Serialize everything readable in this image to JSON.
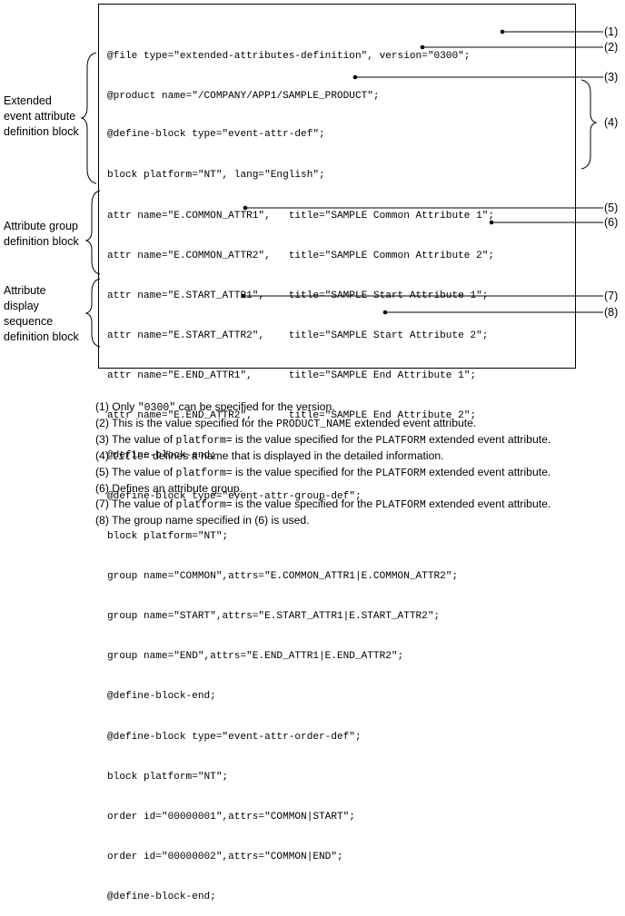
{
  "code_lines": [
    "@file type=\"extended-attributes-definition\", version=\"0300\";",
    "@product name=\"/COMPANY/APP1/SAMPLE_PRODUCT\";",
    "@define-block type=\"event-attr-def\";",
    "block platform=\"NT\", lang=\"English\";",
    "attr name=\"E.COMMON_ATTR1\",   title=\"SAMPLE Common Attribute 1\";",
    "attr name=\"E.COMMON_ATTR2\",   title=\"SAMPLE Common Attribute 2\";",
    "attr name=\"E.START_ATTR1\",    title=\"SAMPLE Start Attribute 1\";",
    "attr name=\"E.START_ATTR2\",    title=\"SAMPLE Start Attribute 2\";",
    "attr name=\"E.END_ATTR1\",      title=\"SAMPLE End Attribute 1\";",
    "attr name=\"E.END_ATTR2\",      title=\"SAMPLE End Attribute 2\";",
    "@define-block-end;",
    "@define-block type=\"event-attr-group-def\";",
    "block platform=\"NT\";",
    "group name=\"COMMON\",attrs=\"E.COMMON_ATTR1|E.COMMON_ATTR2\";",
    "group name=\"START\",attrs=\"E.START_ATTR1|E.START_ATTR2\";",
    "group name=\"END\",attrs=\"E.END_ATTR1|E.END_ATTR2\";",
    "@define-block-end;",
    "@define-block type=\"event-attr-order-def\";",
    "block platform=\"NT\";",
    "order id=\"00000001\",attrs=\"COMMON|START\";",
    "order id=\"00000002\",attrs=\"COMMON|END\";",
    "@define-block-end;"
  ],
  "block_labels": {
    "extended": [
      "Extended",
      "event attribute",
      "definition block"
    ],
    "group": [
      "Attribute group",
      "definition block"
    ],
    "display": [
      "Attribute",
      "display",
      "sequence",
      "definition block"
    ]
  },
  "markers": [
    "(1)",
    "(2)",
    "(3)",
    "(4)",
    "(5)",
    "(6)",
    "(7)",
    "(8)"
  ],
  "notes": [
    {
      "parts": [
        {
          "t": "(1) Only "
        },
        {
          "t": "\"0300\"",
          "mono": true
        },
        {
          "t": " can be specified for the version."
        }
      ]
    },
    {
      "parts": [
        {
          "t": "(2) This is the value specified for the "
        },
        {
          "t": "PRODUCT_NAME",
          "mono": true
        },
        {
          "t": " extended event attribute."
        }
      ]
    },
    {
      "parts": [
        {
          "t": "(3) The value of "
        },
        {
          "t": "platform=",
          "mono": true
        },
        {
          "t": " is the value specified for the "
        },
        {
          "t": "PLATFORM",
          "mono": true
        },
        {
          "t": " extended event attribute."
        }
      ]
    },
    {
      "parts": [
        {
          "t": "(4) "
        },
        {
          "t": "title=",
          "mono": true
        },
        {
          "t": " defines a name that is displayed in the detailed information."
        }
      ]
    },
    {
      "parts": [
        {
          "t": "(5) The value of "
        },
        {
          "t": "platform=",
          "mono": true
        },
        {
          "t": " is the value specified for the "
        },
        {
          "t": "PLATFORM",
          "mono": true
        },
        {
          "t": " extended event attribute."
        }
      ]
    },
    {
      "parts": [
        {
          "t": "(6) Defines an attribute group."
        }
      ]
    },
    {
      "parts": [
        {
          "t": "(7) The value of "
        },
        {
          "t": "platform=",
          "mono": true
        },
        {
          "t": " is the value specified for the "
        },
        {
          "t": "PLATFORM",
          "mono": true
        },
        {
          "t": " extended event attribute."
        }
      ]
    },
    {
      "parts": [
        {
          "t": "(8) The group name specified in (6) is used."
        }
      ]
    }
  ]
}
